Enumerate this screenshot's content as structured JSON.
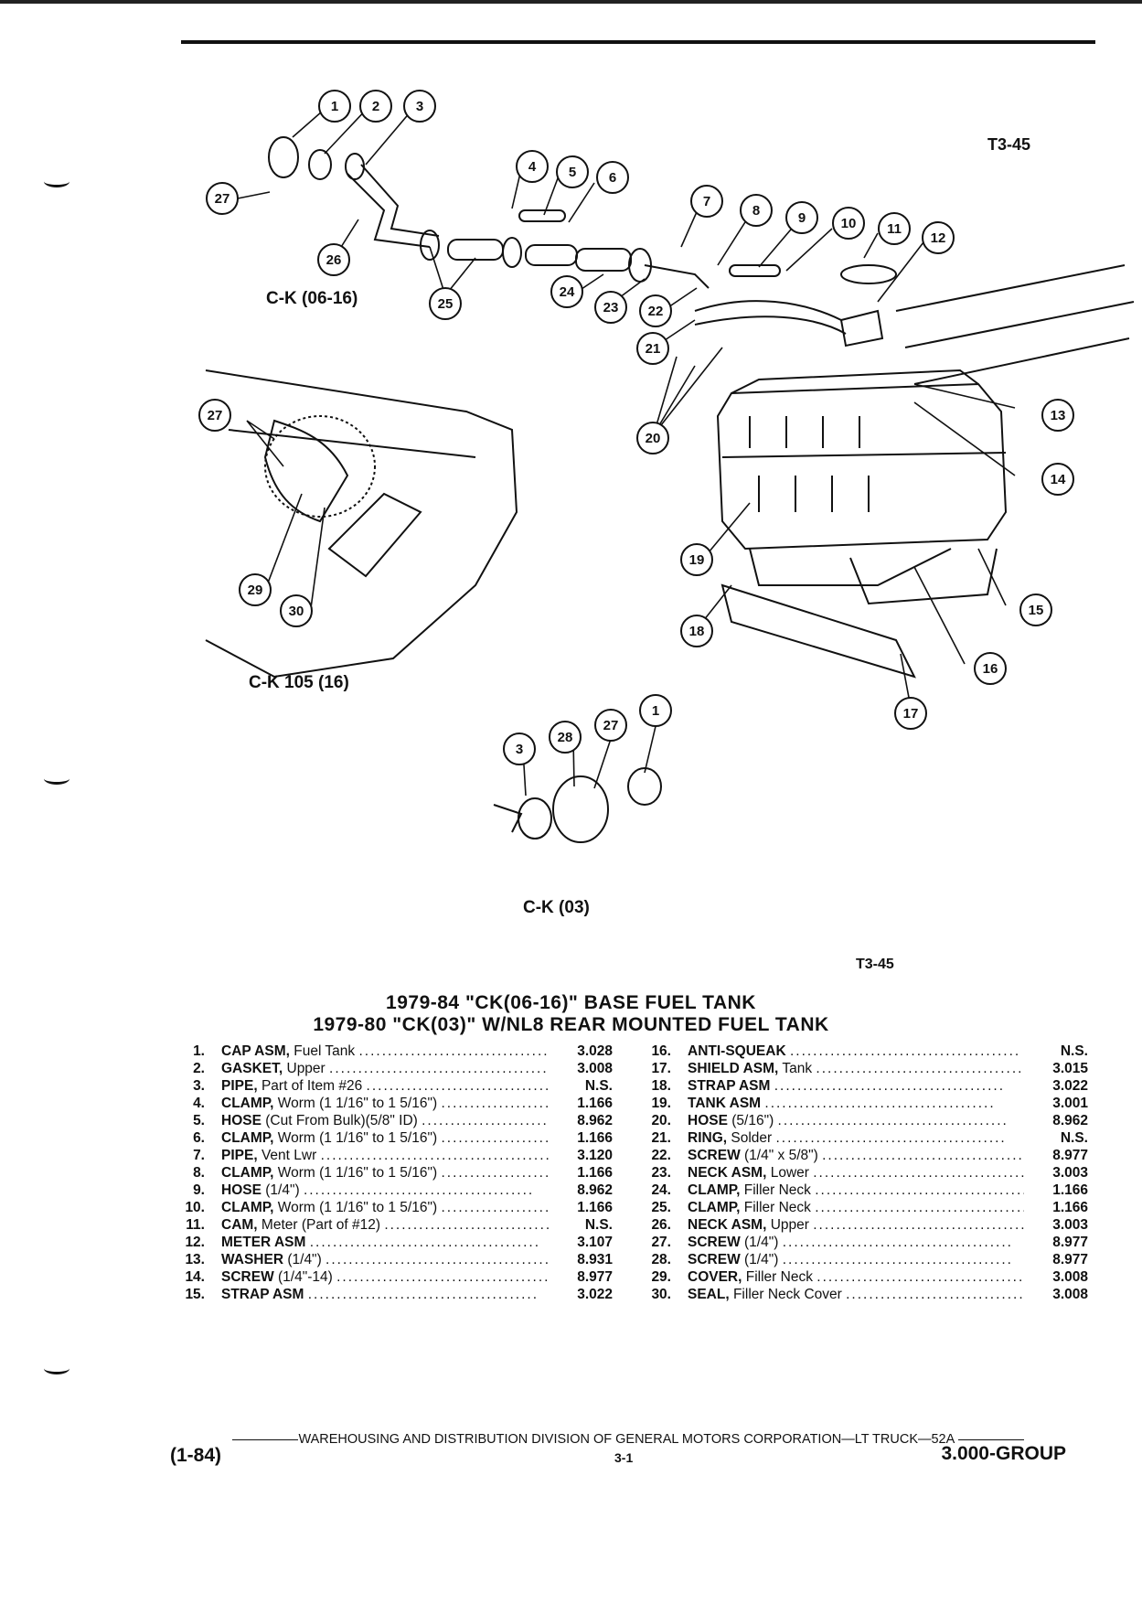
{
  "header": {
    "figure_code_top": "T3-45"
  },
  "diagram": {
    "callouts": [
      "1",
      "2",
      "3",
      "4",
      "5",
      "6",
      "7",
      "8",
      "9",
      "10",
      "11",
      "12",
      "13",
      "14",
      "15",
      "16",
      "17",
      "18",
      "19",
      "20",
      "21",
      "22",
      "23",
      "24",
      "25",
      "26",
      "27",
      "28",
      "29",
      "30"
    ],
    "labels": {
      "view_a": "C-K (06-16)",
      "view_b": "C-K 105 (16)",
      "view_c": "C-K (03)"
    }
  },
  "figure_code_bottom": "T3-45",
  "titles": {
    "line1": "1979-84 \"CK(06-16)\" BASE FUEL TANK",
    "line2": "1979-80 \"CK(03)\" W/NL8 REAR MOUNTED FUEL TANK"
  },
  "parts_left": [
    {
      "num": "1.",
      "bold": "CAP ASM,",
      "rest": " Fuel Tank",
      "code": "3.028"
    },
    {
      "num": "2.",
      "bold": "GASKET,",
      "rest": " Upper",
      "code": "3.008"
    },
    {
      "num": "3.",
      "bold": "PIPE,",
      "rest": " Part of Item #26",
      "code": "N.S."
    },
    {
      "num": "4.",
      "bold": "CLAMP,",
      "rest": " Worm (1 1/16\" to 1 5/16\")",
      "code": "1.166"
    },
    {
      "num": "5.",
      "bold": "HOSE",
      "rest": " (Cut From Bulk)(5/8\" ID)",
      "code": "8.962"
    },
    {
      "num": "6.",
      "bold": "CLAMP,",
      "rest": " Worm (1 1/16\" to 1 5/16\")",
      "code": "1.166"
    },
    {
      "num": "7.",
      "bold": "PIPE,",
      "rest": " Vent Lwr",
      "code": "3.120"
    },
    {
      "num": "8.",
      "bold": "CLAMP,",
      "rest": " Worm (1 1/16\" to 1 5/16\")",
      "code": "1.166"
    },
    {
      "num": "9.",
      "bold": "HOSE",
      "rest": " (1/4\")",
      "code": "8.962"
    },
    {
      "num": "10.",
      "bold": "CLAMP,",
      "rest": " Worm (1 1/16\" to 1 5/16\")",
      "code": "1.166"
    },
    {
      "num": "11.",
      "bold": "CAM,",
      "rest": " Meter (Part of #12)",
      "code": "N.S."
    },
    {
      "num": "12.",
      "bold": "METER ASM",
      "rest": "",
      "code": "3.107"
    },
    {
      "num": "13.",
      "bold": "WASHER",
      "rest": " (1/4\")",
      "code": "8.931"
    },
    {
      "num": "14.",
      "bold": "SCREW",
      "rest": " (1/4\"-14)",
      "code": "8.977"
    },
    {
      "num": "15.",
      "bold": "STRAP ASM",
      "rest": "",
      "code": "3.022"
    }
  ],
  "parts_right": [
    {
      "num": "16.",
      "bold": "ANTI-SQUEAK",
      "rest": "",
      "code": "N.S."
    },
    {
      "num": "17.",
      "bold": "SHIELD ASM,",
      "rest": " Tank",
      "code": "3.015"
    },
    {
      "num": "18.",
      "bold": "STRAP ASM",
      "rest": "",
      "code": "3.022"
    },
    {
      "num": "19.",
      "bold": "TANK ASM",
      "rest": "",
      "code": "3.001"
    },
    {
      "num": "20.",
      "bold": "HOSE",
      "rest": " (5/16\")",
      "code": "8.962"
    },
    {
      "num": "21.",
      "bold": "RING,",
      "rest": " Solder",
      "code": "N.S."
    },
    {
      "num": "22.",
      "bold": "SCREW",
      "rest": " (1/4\" x 5/8\")",
      "code": "8.977"
    },
    {
      "num": "23.",
      "bold": "NECK ASM,",
      "rest": " Lower",
      "code": "3.003"
    },
    {
      "num": "24.",
      "bold": "CLAMP,",
      "rest": " Filler Neck",
      "code": "1.166"
    },
    {
      "num": "25.",
      "bold": "CLAMP,",
      "rest": " Filler Neck",
      "code": "1.166"
    },
    {
      "num": "26.",
      "bold": "NECK ASM,",
      "rest": " Upper",
      "code": "3.003"
    },
    {
      "num": "27.",
      "bold": "SCREW",
      "rest": " (1/4\")",
      "code": "8.977"
    },
    {
      "num": "28.",
      "bold": "SCREW",
      "rest": " (1/4\")",
      "code": "8.977"
    },
    {
      "num": "29.",
      "bold": "COVER,",
      "rest": " Filler Neck",
      "code": "3.008"
    },
    {
      "num": "30.",
      "bold": "SEAL,",
      "rest": " Filler Neck Cover",
      "code": "3.008"
    }
  ],
  "footer": {
    "center_line": "WAREHOUSING AND DISTRIBUTION  DIVISION OF GENERAL MOTORS CORPORATION—LT TRUCK—52A",
    "date_code": "(1-84)",
    "page": "3-1",
    "group": "3.000-GROUP"
  }
}
